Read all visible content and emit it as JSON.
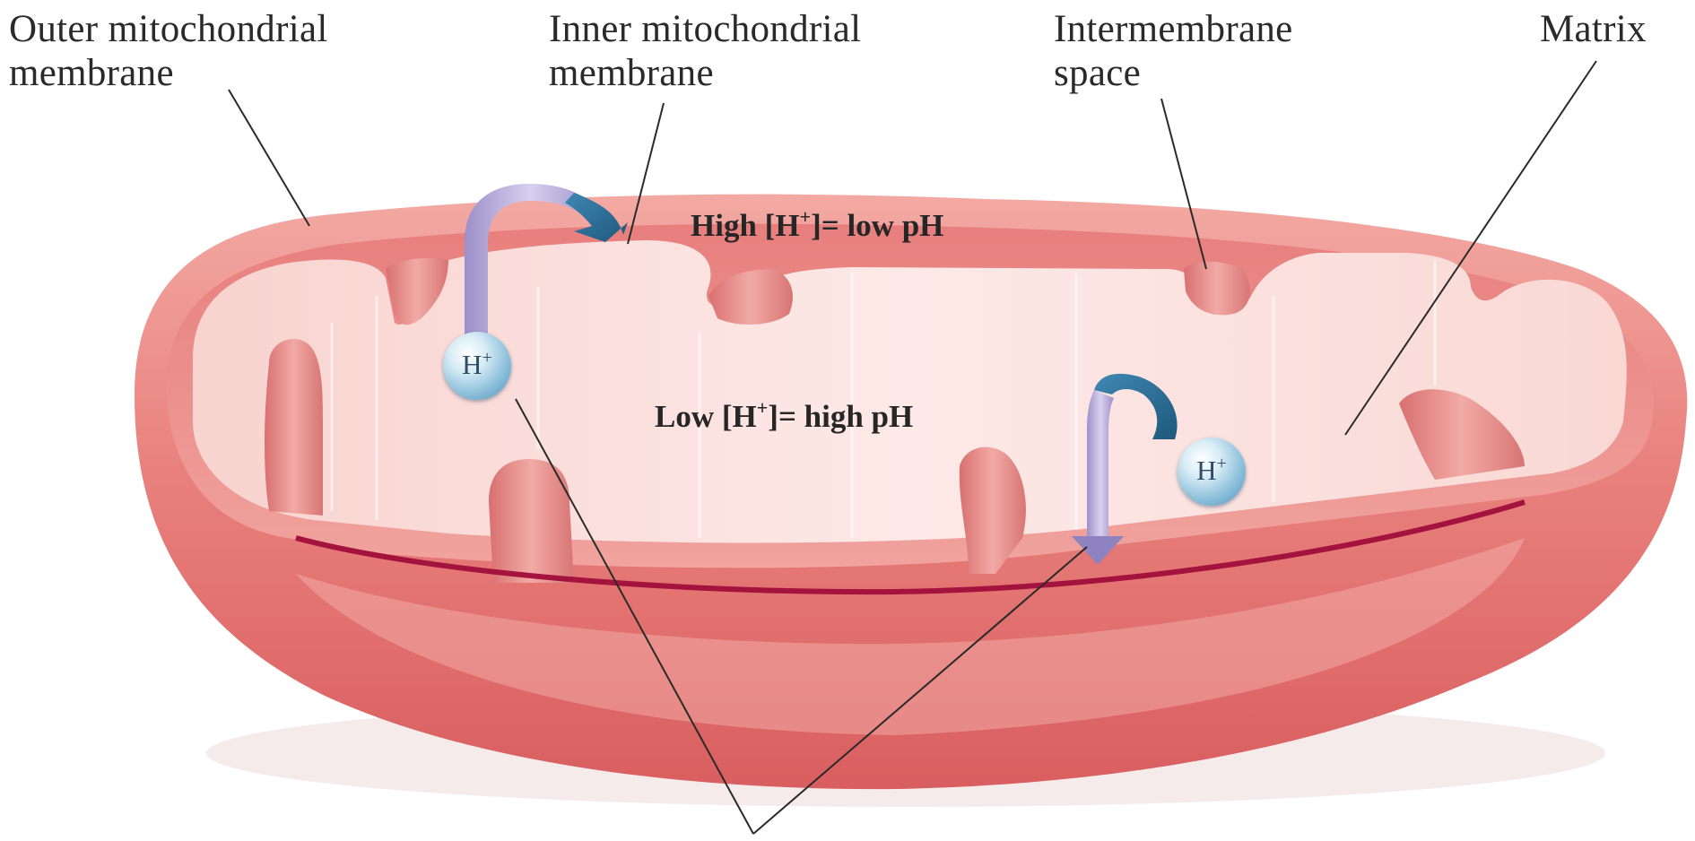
{
  "labels": {
    "outer_membrane": [
      "Outer mitochondrial",
      "membrane"
    ],
    "inner_membrane": [
      "Inner mitochondrial",
      "membrane"
    ],
    "intermembrane_space": [
      "Intermembrane",
      "space"
    ],
    "matrix": "Matrix"
  },
  "intermembrane_ph": {
    "prefix": "High [H",
    "charge": "+",
    "suffix": "]= low pH"
  },
  "matrix_ph": {
    "prefix": "Low [H",
    "charge": "+",
    "suffix": "]= high pH"
  },
  "proton": {
    "symbol": "H",
    "charge": "+"
  },
  "colors": {
    "outer_membrane": "#e87d7a",
    "inner_membrane_edge": "#a4123e",
    "matrix": "#fbe3e1",
    "crista": "#e59694",
    "arrow_shaft": "#b3a6d6",
    "arrow_head": "#2c6d95",
    "proton": "#8fc1dc"
  }
}
